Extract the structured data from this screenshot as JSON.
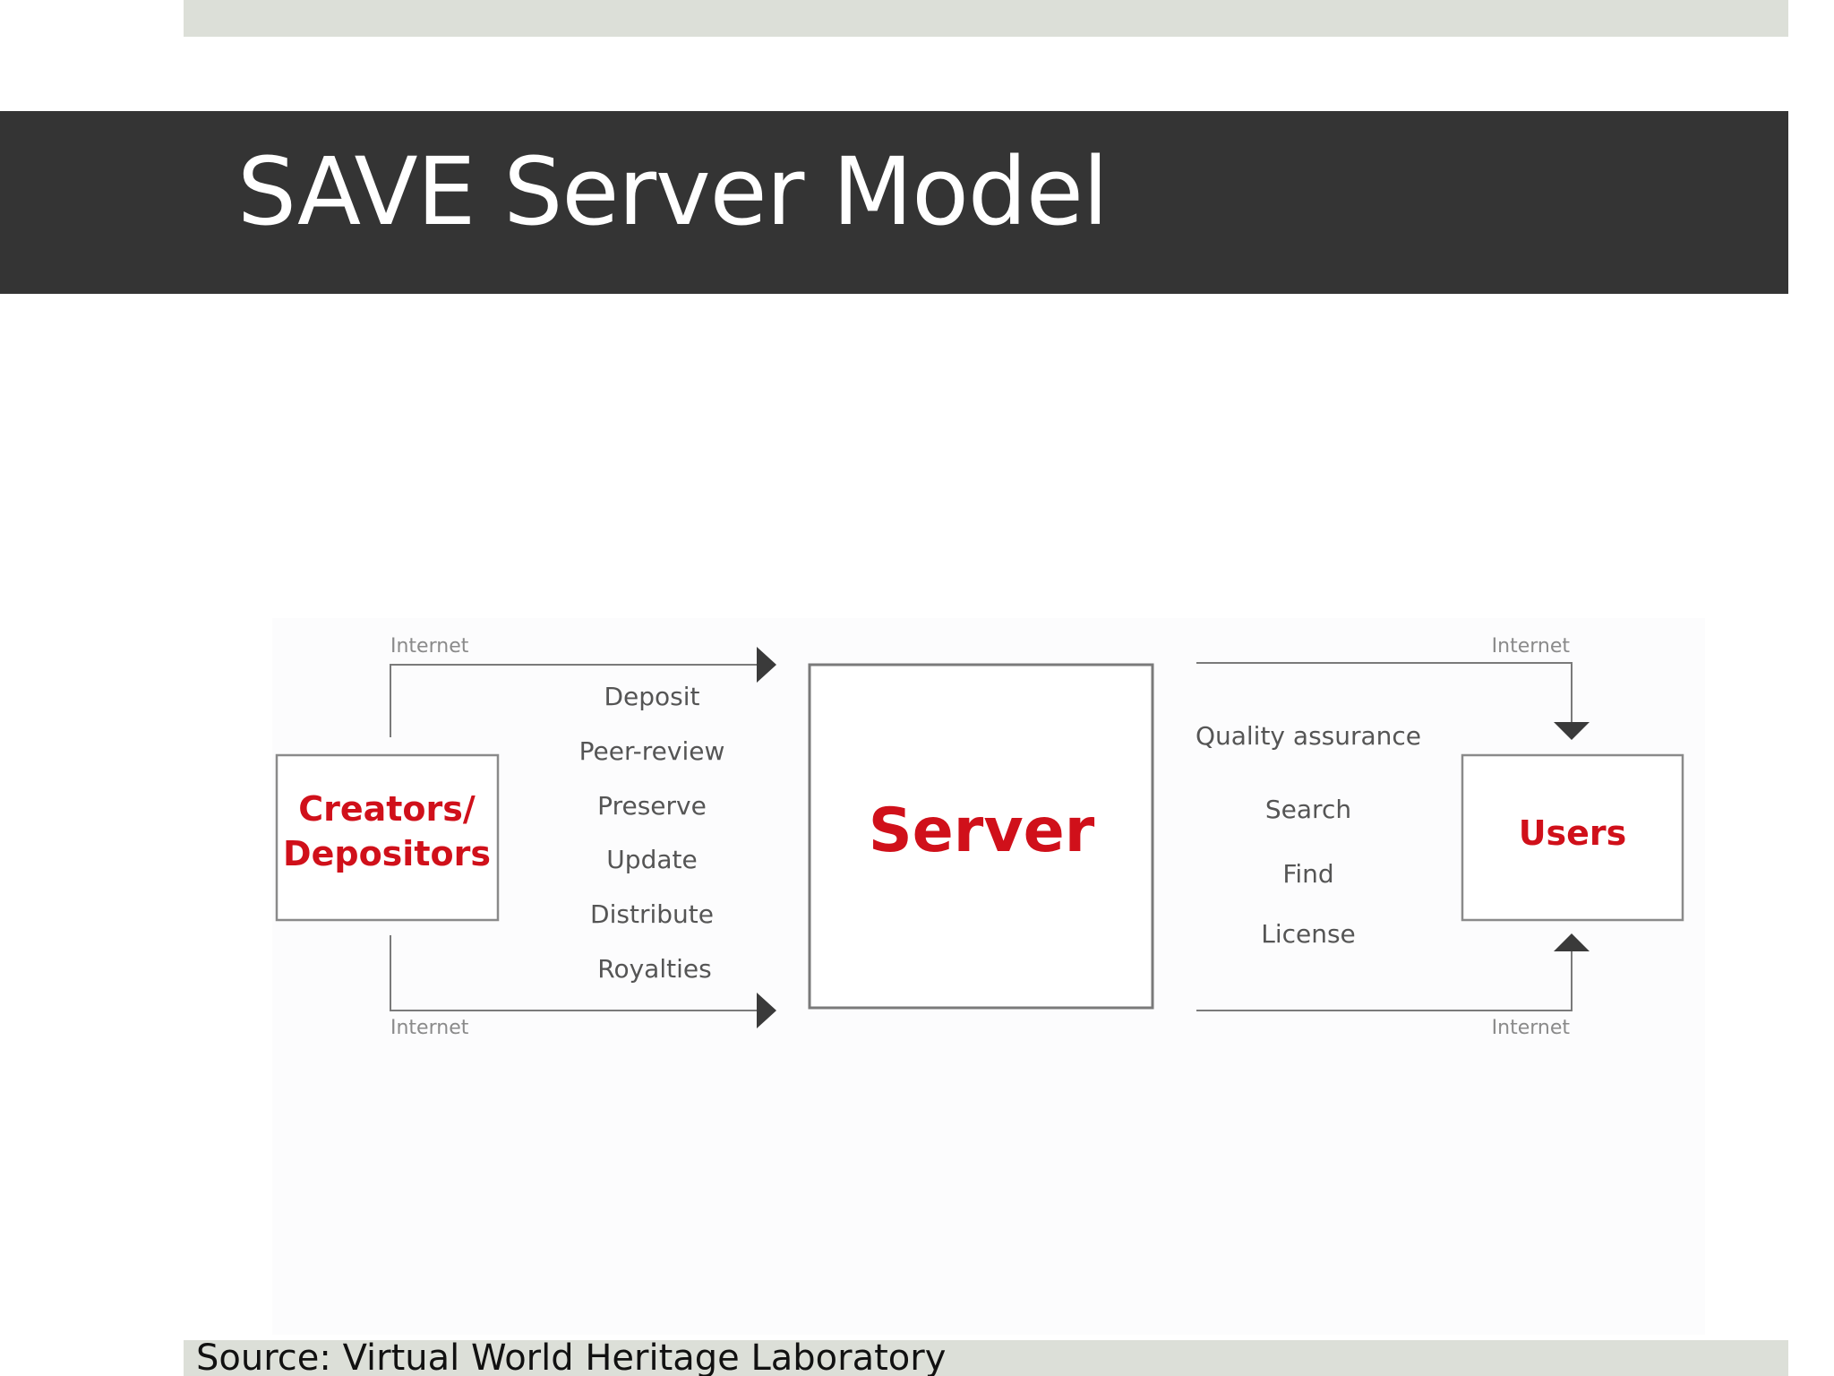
{
  "slide": {
    "title": "SAVE Server Model",
    "source": "Source: Virtual World Heritage Laboratory"
  },
  "diagram": {
    "creators": {
      "line1": "Creators/",
      "line2": "Depositors"
    },
    "server": {
      "label": "Server"
    },
    "users": {
      "label": "Users"
    },
    "internet_label": "Internet",
    "left_functions": [
      "Deposit",
      "Peer-review",
      "Preserve",
      "Update",
      "Distribute",
      "Royalties"
    ],
    "right_functions": [
      "Quality assurance",
      "Search",
      "Find",
      "License"
    ],
    "colors": {
      "accent_red": "#d0101a",
      "line_gray": "#7a7a7a",
      "text_gray": "#555555",
      "title_bar": "#343434",
      "band": "#dcdfd8"
    }
  }
}
